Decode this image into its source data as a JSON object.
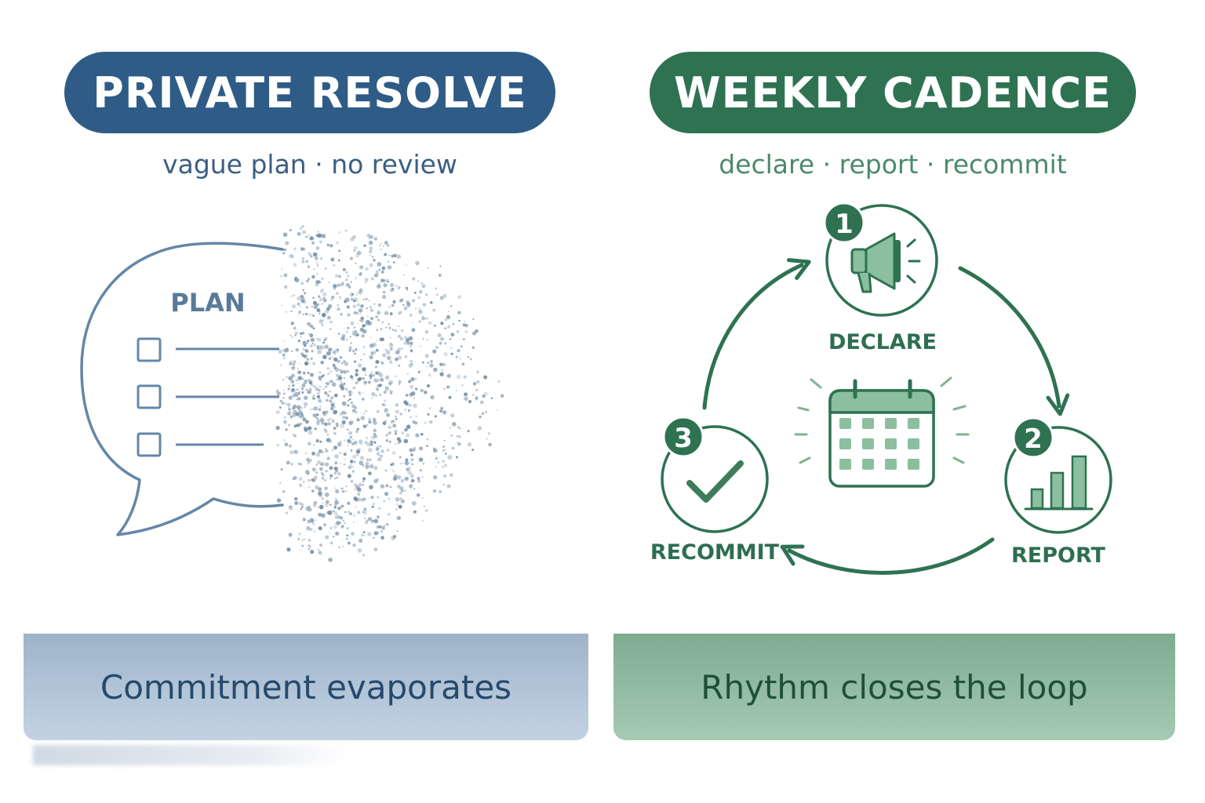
{
  "left_panel": {
    "title": "PRIVATE RESOLVE",
    "subtitle": "vague plan · no review",
    "bubble_label": "PLAN",
    "result": "Commitment evaporates",
    "color": "#2f5c86"
  },
  "right_panel": {
    "title": "WEEKLY CADENCE",
    "subtitle": "declare · report · recommit",
    "steps": [
      {
        "number": "1",
        "label": "DECLARE",
        "icon": "megaphone-icon"
      },
      {
        "number": "2",
        "label": "REPORT",
        "icon": "bar-chart-icon"
      },
      {
        "number": "3",
        "label": "RECOMMIT",
        "icon": "checkmark-icon"
      }
    ],
    "center_icon": "calendar-icon",
    "result": "Rhythm closes the loop",
    "color": "#2e7252"
  }
}
